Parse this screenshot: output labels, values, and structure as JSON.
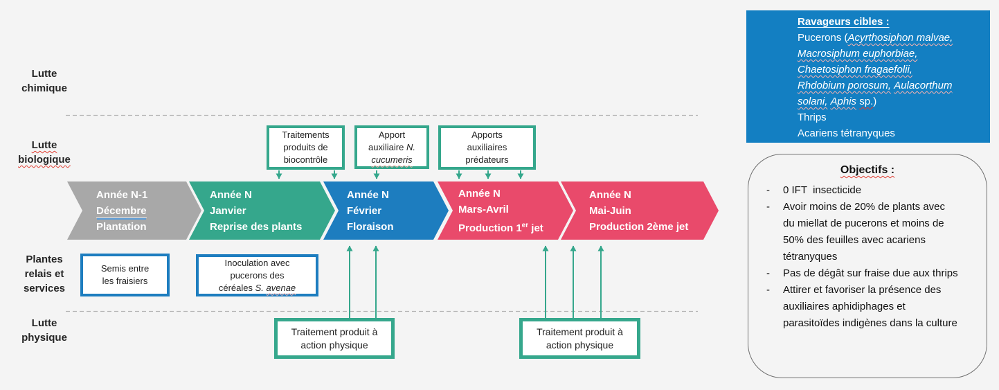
{
  "colors": {
    "background": "#f4f4f4",
    "gray": "#a8a8a8",
    "teal": "#35a78c",
    "blue": "#1d7dbf",
    "pink": "#e94a6b",
    "arrow": "#35a78c",
    "dashed": "#b3b3b3",
    "panel_blue": "#137fc2",
    "objectifs_border": "#6f6f6f"
  },
  "row_labels": [
    {
      "id": "lutte-chimique",
      "lines": [
        [
          {
            "t": "Lutte"
          }
        ],
        [
          {
            "t": "chimique"
          }
        ]
      ]
    },
    {
      "id": "lutte-biologique",
      "lines": [
        [
          {
            "t": "Lutte",
            "w": true
          }
        ],
        [
          {
            "t": "biologique",
            "w": true
          }
        ]
      ]
    },
    {
      "id": "plantes-relais",
      "lines": [
        [
          {
            "t": "Plantes"
          }
        ],
        [
          {
            "t": "relais et"
          }
        ],
        [
          {
            "t": "services"
          }
        ]
      ]
    },
    {
      "id": "lutte-physique",
      "lines": [
        [
          {
            "t": "Lutte"
          }
        ],
        [
          {
            "t": "physique"
          }
        ]
      ]
    }
  ],
  "timeline": [
    {
      "id": "plantation",
      "lines": [
        [
          {
            "t": "Année N-1"
          }
        ],
        [
          {
            "t": "Décembre",
            "du": true
          }
        ],
        [
          {
            "t": "Plantation"
          }
        ]
      ]
    },
    {
      "id": "reprise",
      "lines": [
        [
          {
            "t": "Année N"
          }
        ],
        [
          {
            "t": "Janvier"
          }
        ],
        [
          {
            "t": "Reprise des plants"
          }
        ]
      ]
    },
    {
      "id": "floraison",
      "lines": [
        [
          {
            "t": "Année N"
          }
        ],
        [
          {
            "t": "Février"
          }
        ],
        [
          {
            "t": "Floraison"
          }
        ]
      ]
    },
    {
      "id": "prod1",
      "lines": [
        [
          {
            "t": "Année N"
          }
        ],
        [
          {
            "t": "Mars-Avril"
          }
        ],
        [
          {
            "t": "Production 1"
          },
          {
            "t": "er",
            "sup": true
          },
          {
            "t": " jet"
          }
        ]
      ]
    },
    {
      "id": "prod2",
      "lines": [
        [
          {
            "t": "Année N"
          }
        ],
        [
          {
            "t": "Mai-Juin"
          }
        ],
        [
          {
            "t": "Production 2ème jet"
          }
        ]
      ]
    }
  ],
  "top_boxes": [
    {
      "lines": [
        [
          {
            "t": "Traitements"
          }
        ],
        [
          {
            "t": "produits de"
          }
        ],
        [
          {
            "t": "biocontrôle"
          }
        ]
      ]
    },
    {
      "lines": [
        [
          {
            "t": "Apport"
          }
        ],
        [
          {
            "t": "auxiliaire "
          },
          {
            "t": "N.",
            "i": true
          }
        ],
        [
          {
            "t": "cucumeris",
            "i": true,
            "w": true
          }
        ]
      ]
    },
    {
      "lines": [
        [
          {
            "t": "Apports"
          }
        ],
        [
          {
            "t": "auxiliaires"
          }
        ],
        [
          {
            "t": "prédateurs"
          }
        ]
      ]
    }
  ],
  "bottom_boxes": [
    {
      "lines": [
        [
          {
            "t": "Semis entre"
          }
        ],
        [
          {
            "t": "les fraisiers"
          }
        ]
      ]
    },
    {
      "lines": [
        [
          {
            "t": "Inoculation avec"
          }
        ],
        [
          {
            "t": "pucerons des"
          }
        ],
        [
          {
            "t": "céréales "
          },
          {
            "t": "S. ",
            "i": true
          },
          {
            "t": "avenae",
            "i": true,
            "w": true
          }
        ]
      ]
    }
  ],
  "physical_boxes": [
    {
      "lines": [
        [
          {
            "t": "Traitement produit à"
          }
        ],
        [
          {
            "t": "action physique"
          }
        ]
      ]
    },
    {
      "lines": [
        [
          {
            "t": "Traitement produit à"
          }
        ],
        [
          {
            "t": "action physique"
          }
        ]
      ]
    }
  ],
  "ravageurs": {
    "title": [
      {
        "t": "Ravageurs cibles :",
        "b": true,
        "u": true
      }
    ],
    "lines": [
      [
        {
          "t": "Pucerons ("
        },
        {
          "t": "Acyrthosiphon malvae,",
          "i": true,
          "w": true
        }
      ],
      [
        {
          "t": "Macrosiphum euphorbiae,",
          "i": true,
          "w": true
        }
      ],
      [
        {
          "t": "Chaetosiphon fragaefolii,",
          "i": true,
          "w": true
        }
      ],
      [
        {
          "t": "Rhdobium porosum,",
          "i": true,
          "w": true
        },
        {
          "t": " "
        },
        {
          "t": "Aulacorthum",
          "i": true,
          "w": true
        }
      ],
      [
        {
          "t": "solani,",
          "i": true,
          "w": true
        },
        {
          "t": " "
        },
        {
          "t": "Aphis",
          "i": true,
          "w": true
        },
        {
          "t": " "
        },
        {
          "t": "sp.",
          "w": true
        },
        {
          "t": ")"
        }
      ],
      [
        {
          "t": "Thrips"
        }
      ],
      [
        {
          "t": "Acariens tétranyques"
        }
      ]
    ]
  },
  "objectifs": {
    "title": [
      {
        "t": "Objectifs :",
        "b": true,
        "w": true
      }
    ],
    "items": [
      "0 IFT  insecticide",
      "Avoir moins de 20% de plants avec du miellat de pucerons et moins de 50% des feuilles avec acariens tétranyques",
      "Pas de dégât sur fraise due aux thrips",
      "Attirer et favoriser la présence des auxiliaires aphidiphages et parasitoïdes indigènes dans la culture"
    ]
  }
}
